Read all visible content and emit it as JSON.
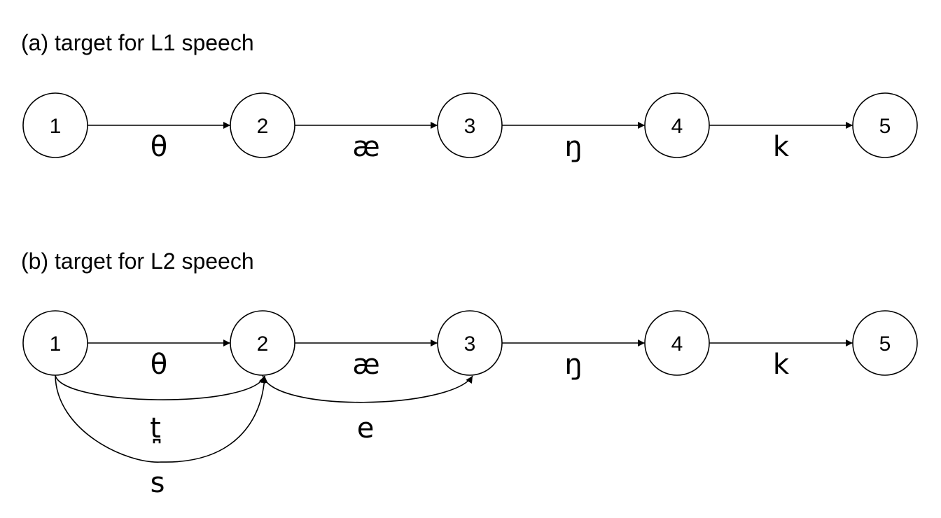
{
  "diagram_a": {
    "title": "(a) target for L1 speech",
    "nodes": [
      "1",
      "2",
      "3",
      "4",
      "5"
    ],
    "edges": [
      {
        "from": "1",
        "to": "2",
        "label": "θ"
      },
      {
        "from": "2",
        "to": "3",
        "label": "æ"
      },
      {
        "from": "3",
        "to": "4",
        "label": "ŋ"
      },
      {
        "from": "4",
        "to": "5",
        "label": "k"
      }
    ]
  },
  "diagram_b": {
    "title": "(b) target for L2 speech",
    "nodes": [
      "1",
      "2",
      "3",
      "4",
      "5"
    ],
    "edges": [
      {
        "from": "1",
        "to": "2",
        "label": "θ"
      },
      {
        "from": "2",
        "to": "3",
        "label": "æ"
      },
      {
        "from": "3",
        "to": "4",
        "label": "ŋ"
      },
      {
        "from": "4",
        "to": "5",
        "label": "k"
      }
    ],
    "alt_edges": [
      {
        "from": "1",
        "to": "2",
        "label": "t̪"
      },
      {
        "from": "1",
        "to": "2",
        "label": "s"
      },
      {
        "from": "2",
        "to": "3",
        "label": "e"
      }
    ]
  }
}
